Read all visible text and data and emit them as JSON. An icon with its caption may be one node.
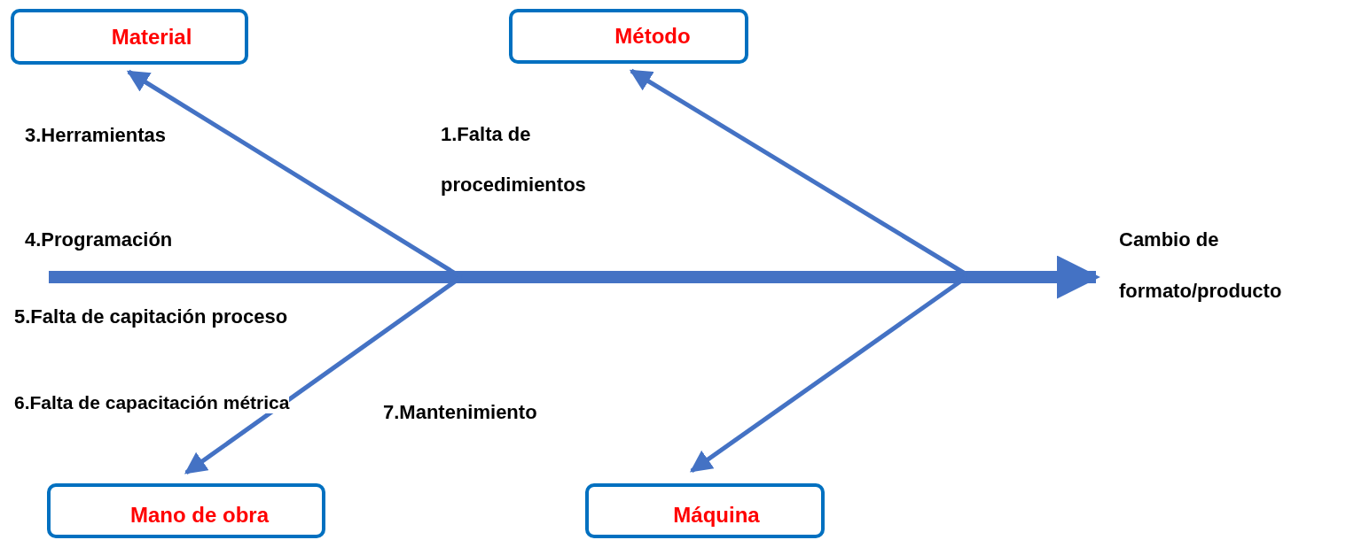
{
  "diagram": {
    "nodes": [
      {
        "text": [
          "Material"
        ]
      },
      {
        "text": [
          "Método"
        ]
      },
      {
        "text": [
          "Mano de obra"
        ]
      },
      {
        "text": [
          "Máquina"
        ]
      },
      {
        "text": [
          "Cambio de formato/producto"
        ]
      }
    ],
    "edges": [
      {
        "from": null,
        "to": 4,
        "arrow": "to",
        "style": "thick"
      },
      {
        "from": null,
        "to": 0,
        "arrow": "to"
      },
      {
        "from": null,
        "to": 1,
        "arrow": "to"
      },
      {
        "from": null,
        "to": 2,
        "arrow": "to"
      },
      {
        "from": null,
        "to": 3,
        "arrow": "to"
      }
    ],
    "labels": [
      "3.Herramientas",
      "1.Falta de procedimientos",
      "4.Programación",
      "5.Falta de capitación proceso",
      "6.Falta de capacitación métrica",
      "7.Mantenimiento"
    ]
  }
}
